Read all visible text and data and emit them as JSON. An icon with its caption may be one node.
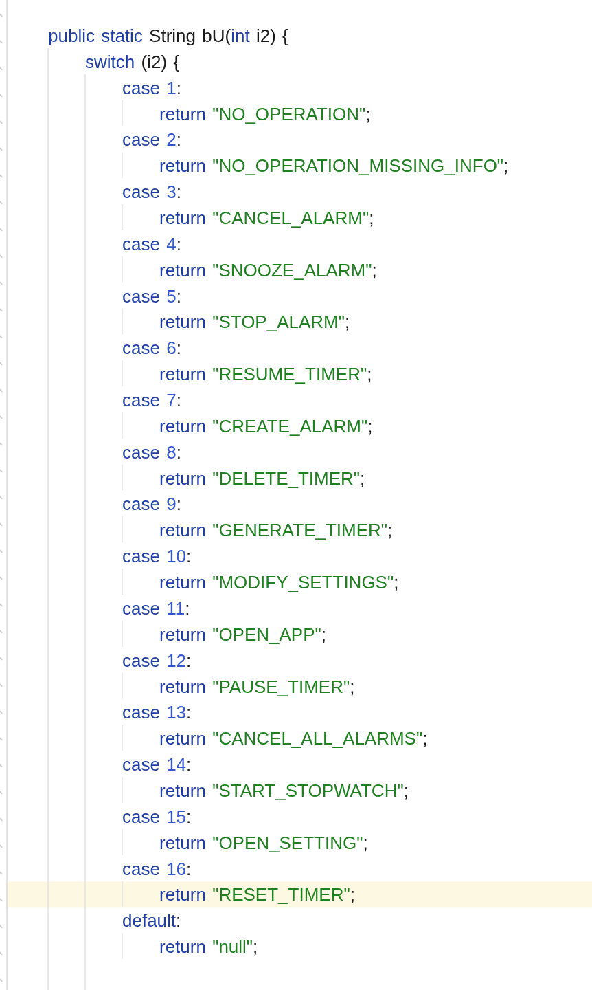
{
  "diagram": {
    "labels": [
      "public static String bU(int i2) {",
      "switch (i2) {",
      "case 1:",
      "return \"NO_OPERATION\";",
      "case 2:",
      "return \"NO_OPERATION_MISSING_INFO\";",
      "case 3:",
      "return \"CANCEL_ALARM\";",
      "case 4:",
      "return \"SNOOZE_ALARM\";",
      "case 5:",
      "return \"STOP_ALARM\";",
      "case 6:",
      "return \"RESUME_TIMER\";",
      "case 7:",
      "return \"CREATE_ALARM\";",
      "case 8:",
      "return \"DELETE_TIMER\";",
      "case 9:",
      "return \"GENERATE_TIMER\";",
      "case 10:",
      "return \"MODIFY_SETTINGS\";",
      "case 11:",
      "return \"OPEN_APP\";",
      "case 12:",
      "return \"PAUSE_TIMER\";",
      "case 13:",
      "return \"CANCEL_ALL_ALARMS\";",
      "case 14:",
      "return \"START_STOPWATCH\";",
      "case 15:",
      "return \"OPEN_SETTING\";",
      "case 16:",
      "return \"RESET_TIMER\";",
      "default:",
      "return \"null\";"
    ]
  }
}
